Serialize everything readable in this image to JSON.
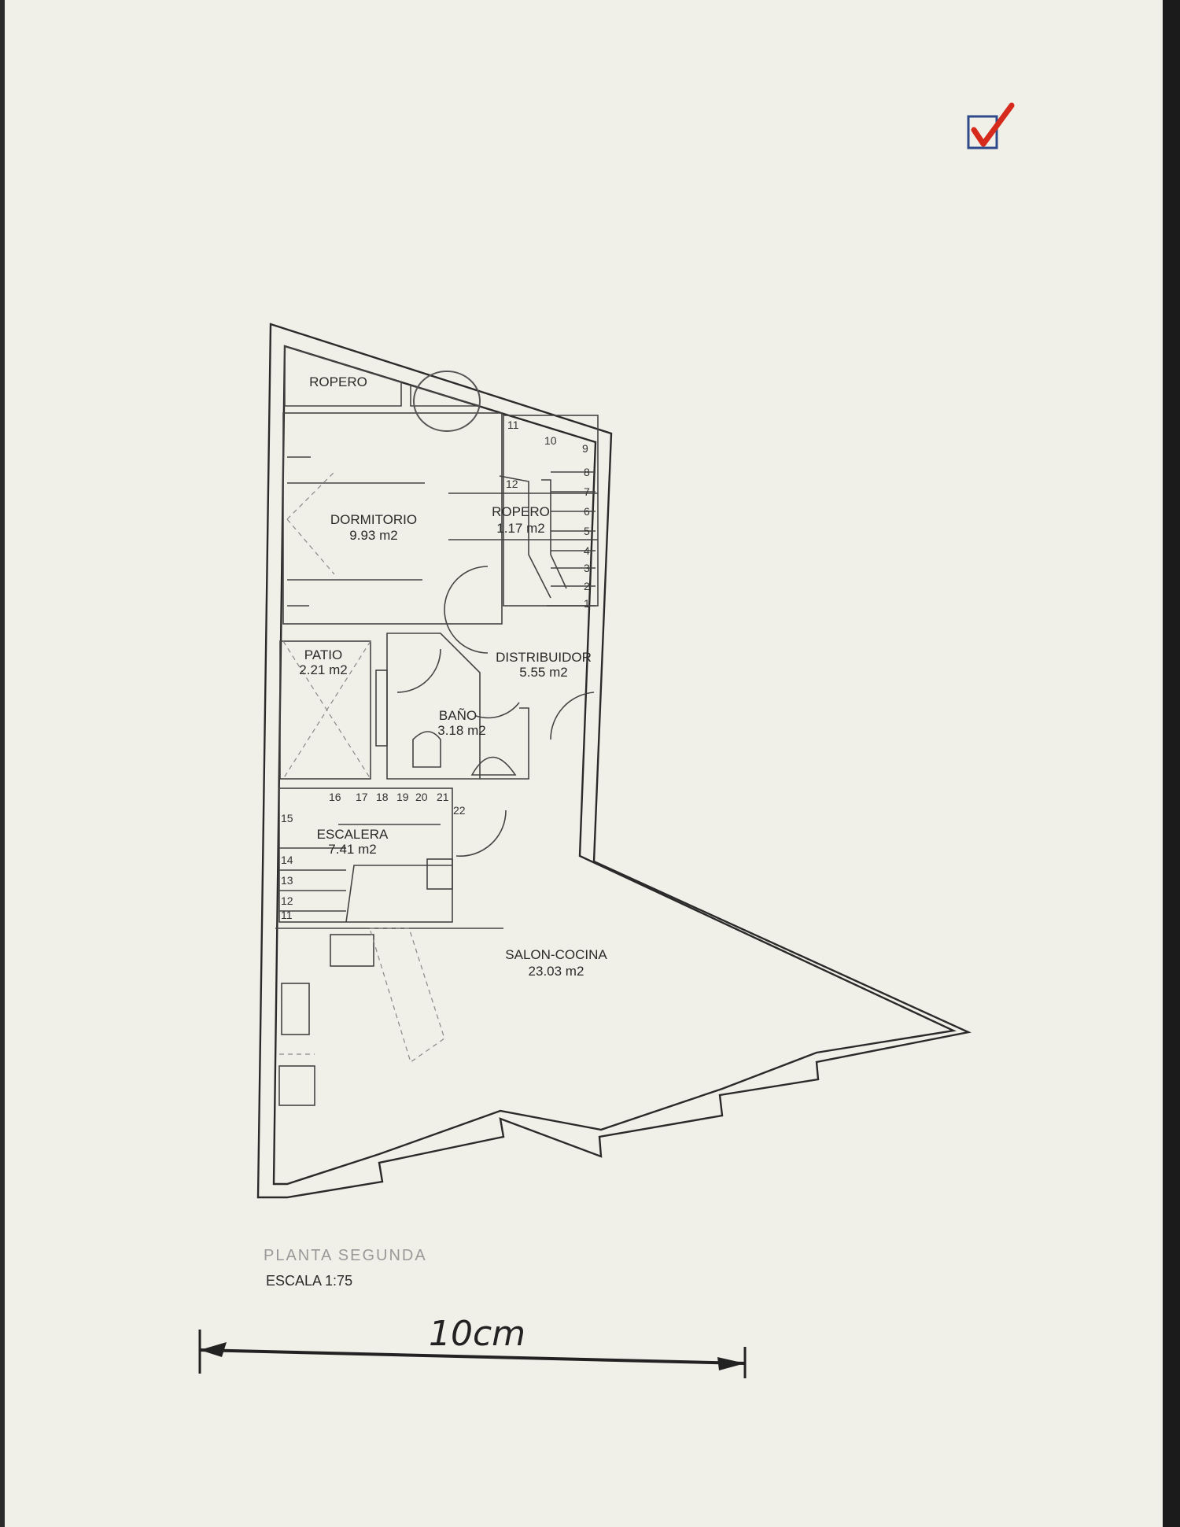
{
  "plan": {
    "title": "PLANTA SEGUNDA",
    "scale": "ESCALA 1:75",
    "scale_bar_label": "10cm",
    "rooms": [
      {
        "name": "ROPERO",
        "area": ""
      },
      {
        "name": "DORMITORIO",
        "area": "9.93 m2"
      },
      {
        "name": "ROPERO",
        "area": "1.17 m2"
      },
      {
        "name": "PATIO",
        "area": "2.21 m2"
      },
      {
        "name": "DISTRIBUIDOR",
        "area": "5.55 m2"
      },
      {
        "name": "BAÑO",
        "area": "3.18 m2"
      },
      {
        "name": "ESCALERA",
        "area": "7.41 m2"
      },
      {
        "name": "SALON-COCINA",
        "area": "23.03 m2"
      }
    ],
    "stair_upper": [
      "11",
      "10",
      "9",
      "8",
      "7",
      "6",
      "5",
      "4",
      "3",
      "2",
      "1"
    ],
    "stair_ropero": "12",
    "stair_lower": [
      "11",
      "12",
      "13",
      "14",
      "15",
      "16",
      "17",
      "18",
      "19",
      "20",
      "21",
      "22"
    ]
  },
  "checkmark": {
    "checked": true,
    "box_color": "#2f4a8a",
    "check_color": "#d62a1c"
  }
}
